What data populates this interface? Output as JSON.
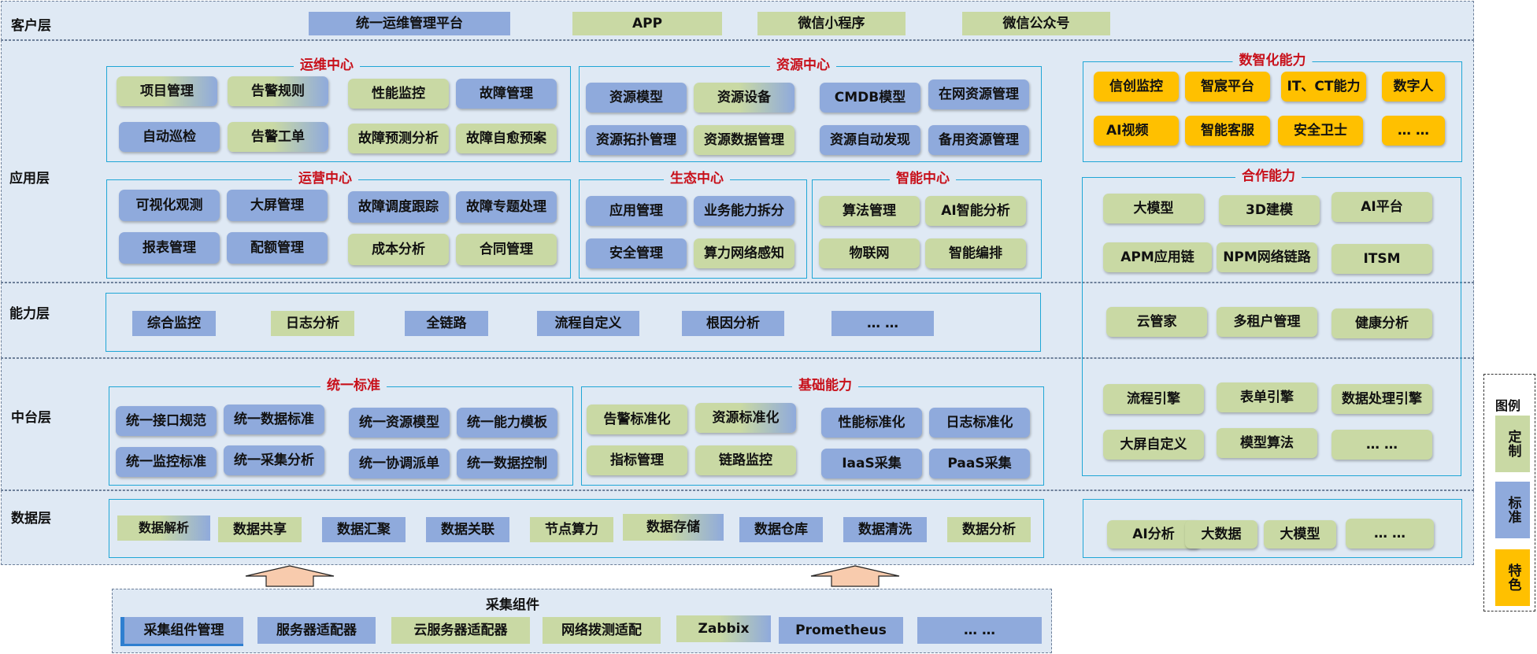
{
  "client": {
    "title": "客户层",
    "items": [
      "统一运维管理平台",
      "APP",
      "微信小程序",
      "微信公众号"
    ]
  },
  "app": {
    "title": "应用层",
    "ops": {
      "title": "运维中心",
      "items": [
        "项目管理",
        "告警规则",
        "性能监控",
        "故障管理",
        "自动巡检",
        "告警工单",
        "故障预测分析",
        "故障自愈预案"
      ]
    },
    "res": {
      "title": "资源中心",
      "items": [
        "资源模型",
        "资源设备",
        "CMDB模型",
        "在网资源管理",
        "资源拓扑管理",
        "资源数据管理",
        "资源自动发现",
        "备用资源管理"
      ]
    },
    "digi": {
      "title": "数智化能力",
      "items": [
        "信创监控",
        "智宸平台",
        "IT、CT能力",
        "数字人",
        "AI视频",
        "智能客服",
        "安全卫士",
        "… …"
      ]
    },
    "run": {
      "title": "运营中心",
      "items": [
        "可视化观测",
        "大屏管理",
        "故障调度跟踪",
        "故障专题处理",
        "报表管理",
        "配额管理",
        "成本分析",
        "合同管理"
      ]
    },
    "eco": {
      "title": "生态中心",
      "items": [
        "应用管理",
        "业务能力拆分",
        "安全管理",
        "算力网络感知"
      ]
    },
    "intel": {
      "title": "智能中心",
      "items": [
        "算法管理",
        "AI智能分析",
        "物联网",
        "智能编排"
      ]
    }
  },
  "coop": {
    "title": "合作能力",
    "items": [
      "大模型",
      "3D建模",
      "AI平台",
      "APM应用链",
      "NPM网络链路",
      "ITSM",
      "云管家",
      "多租户管理",
      "健康分析",
      "流程引擎",
      "表单引擎",
      "数据处理引擎",
      "大屏自定义",
      "模型算法",
      "… …"
    ]
  },
  "cap": {
    "title": "能力层",
    "items": [
      "综合监控",
      "日志分析",
      "全链路",
      "流程自定义",
      "根因分析",
      "… …"
    ]
  },
  "mid": {
    "title": "中台层",
    "std": {
      "title": "统一标准",
      "items": [
        "统一接口规范",
        "统一数据标准",
        "统一资源模型",
        "统一能力模板",
        "统一监控标准",
        "统一采集分析",
        "统一协调派单",
        "统一数据控制"
      ]
    },
    "base": {
      "title": "基础能力",
      "items": [
        "告警标准化",
        "资源标准化",
        "性能标准化",
        "日志标准化",
        "指标管理",
        "链路监控",
        "IaaS采集",
        "PaaS采集"
      ]
    }
  },
  "data": {
    "title": "数据层",
    "items": [
      "数据解析",
      "数据共享",
      "数据汇聚",
      "数据关联",
      "节点算力",
      "数据存储",
      "数据仓库",
      "数据清洗",
      "数据分析"
    ],
    "right": [
      "AI分析",
      "大数据",
      "大模型",
      "… …"
    ]
  },
  "collect": {
    "title": "采集组件",
    "items": [
      "采集组件管理",
      "服务器适配器",
      "云服务器适配器",
      "网络拨测适配",
      "Zabbix",
      "Prometheus",
      "… …"
    ]
  },
  "legend": {
    "title": "图例",
    "items": [
      "定制",
      "标准",
      "特色"
    ],
    "colors": {
      "custom": "#c9d9a4",
      "standard": "#8faadc",
      "feature": "#ffc000"
    }
  }
}
